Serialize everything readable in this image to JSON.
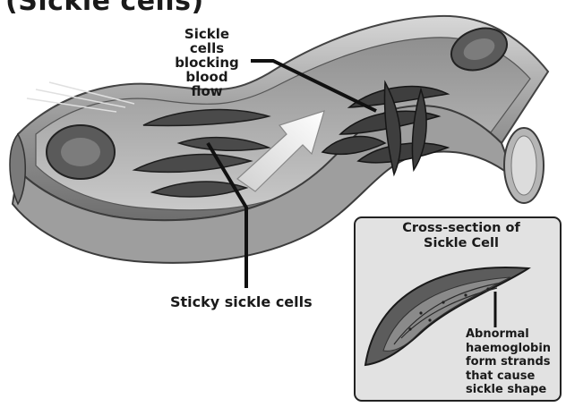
{
  "title": "(Sickle cells)",
  "labels": {
    "blocking": "Sickle\ncells\nblocking\nblood\nflow",
    "sticky": "Sticky sickle cells",
    "cross_section_title": "Cross-section of\nSickle Cell",
    "abnormal": "Abnormal\nhaemoglobin\nform strands\nthat cause\nsickle shape"
  },
  "colors": {
    "vessel_wall": "#8c8c8c",
    "vessel_inner": "#bdbdbd",
    "cells": "#4a4a4a",
    "leader_lines": "#111111",
    "inset_background": "#e2e2e2"
  }
}
